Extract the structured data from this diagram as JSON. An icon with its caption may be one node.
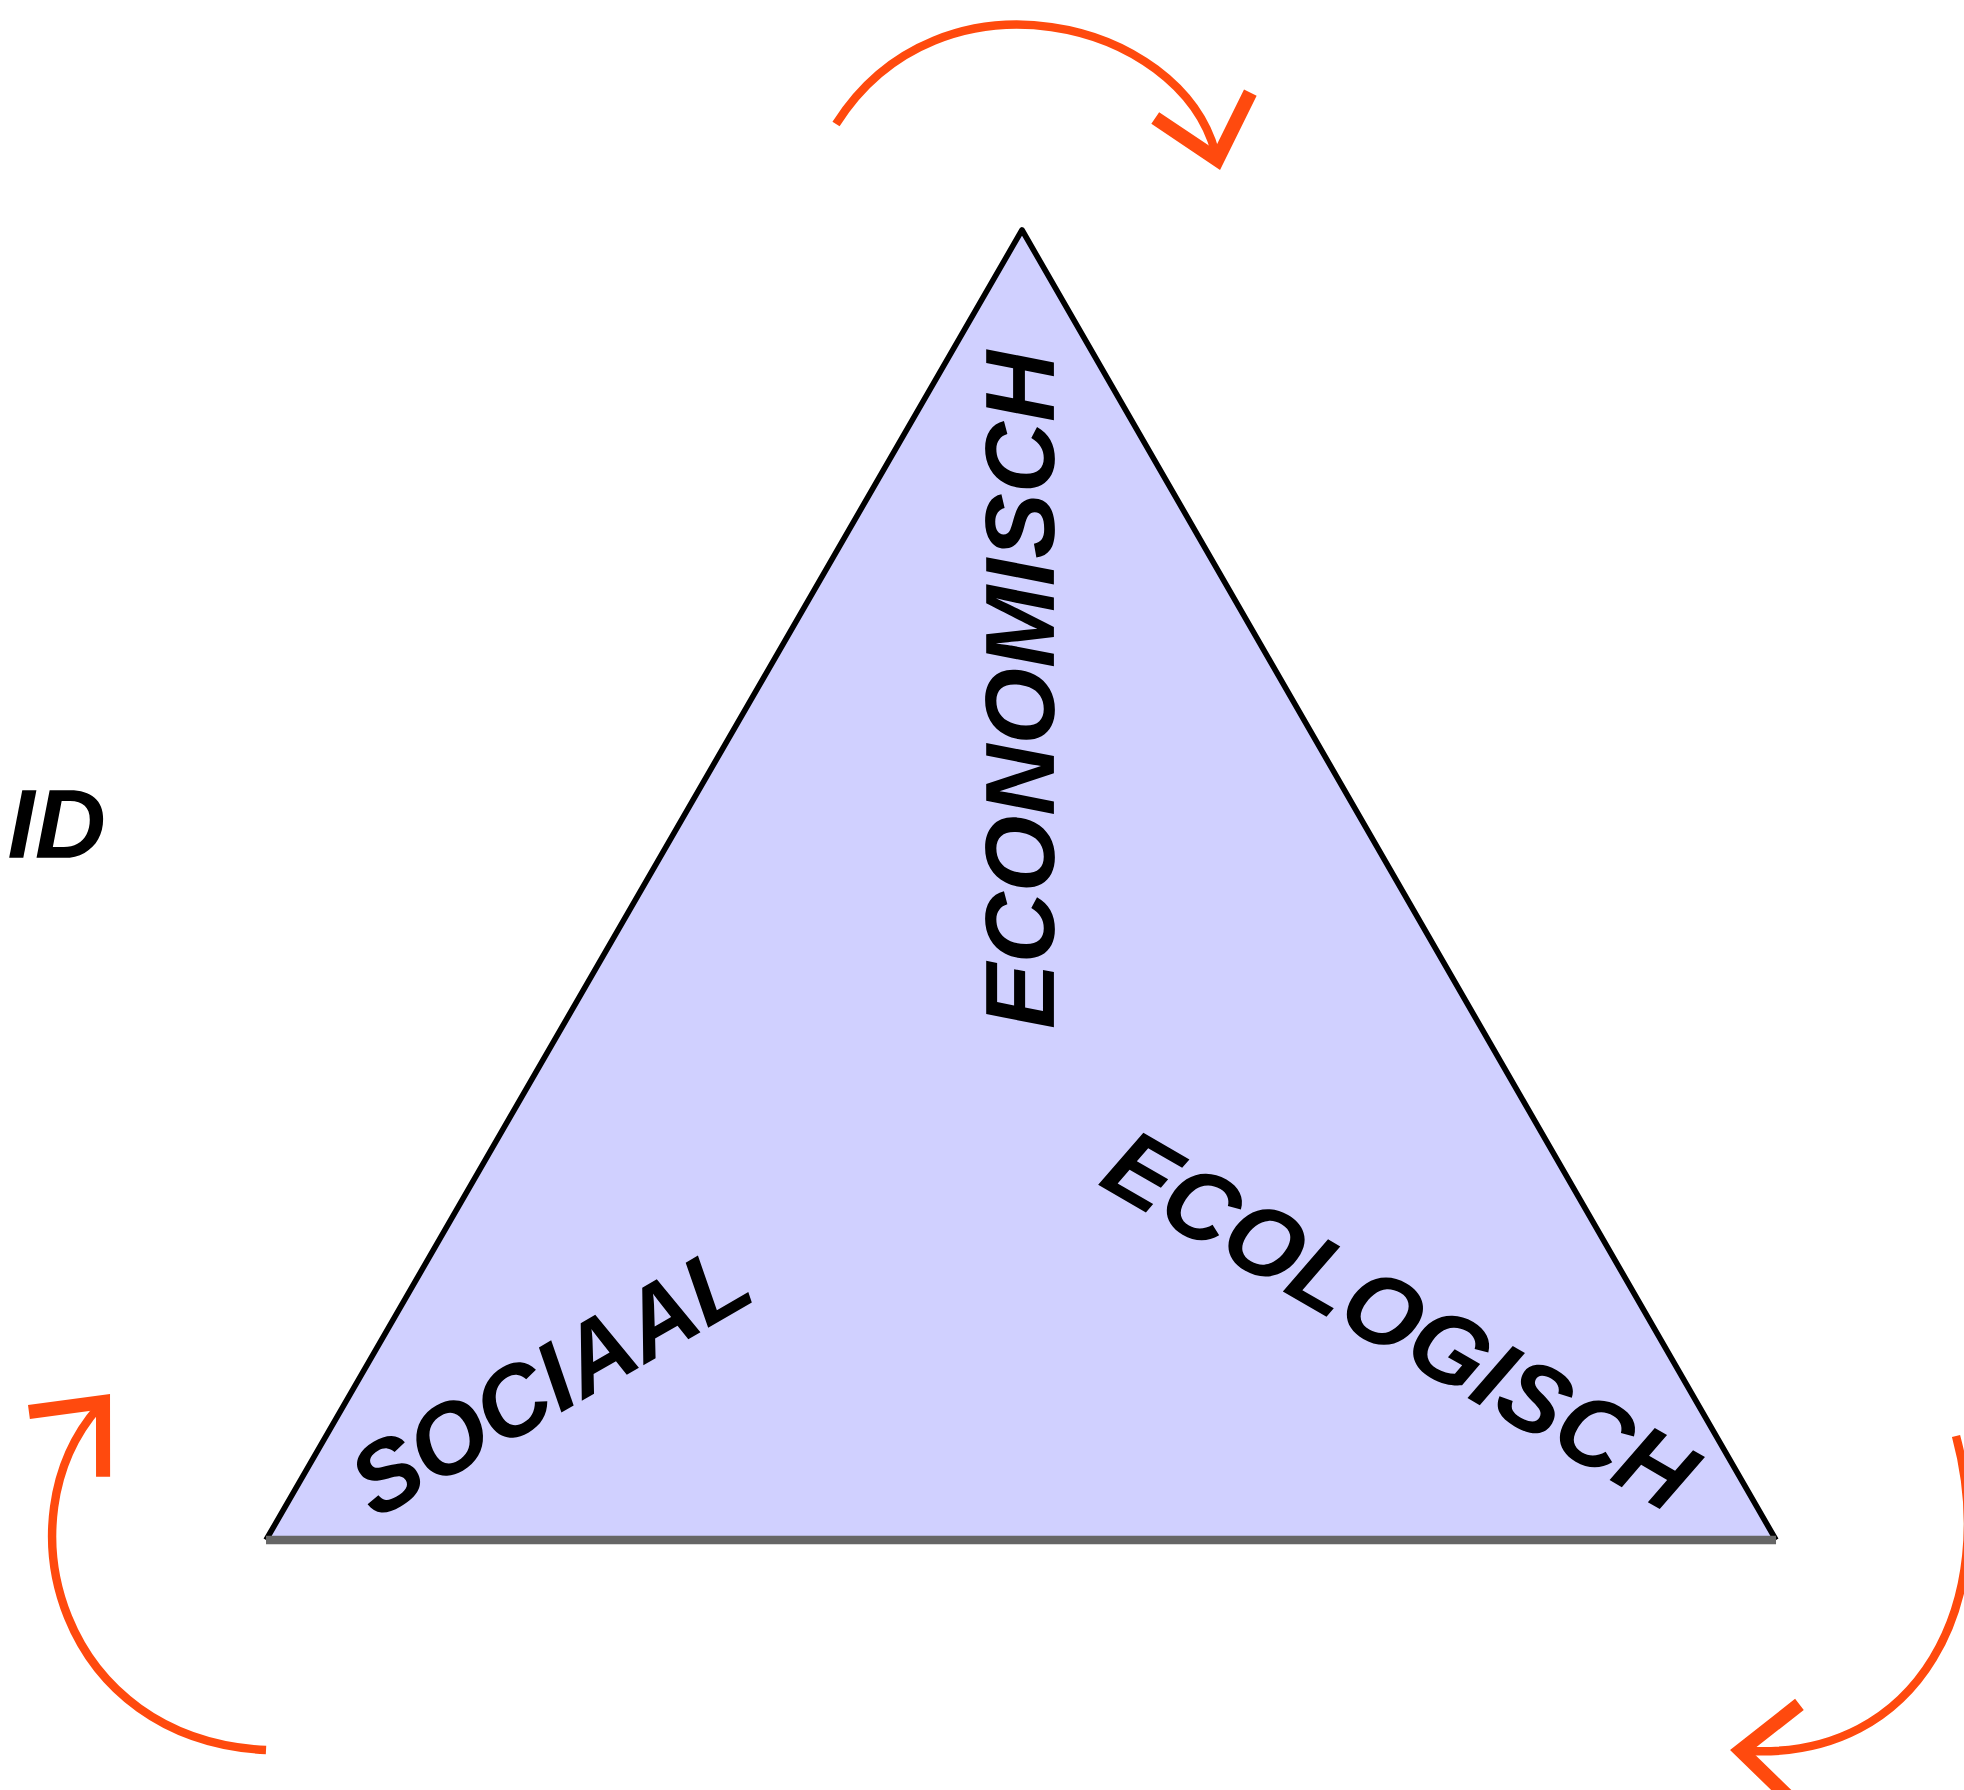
{
  "diagram": {
    "nodes": [
      {
        "text": [
          "ECONOMISCH",
          "SOCIAAL",
          "ECOLOGISCH"
        ]
      }
    ],
    "labels": [
      "ID"
    ]
  }
}
